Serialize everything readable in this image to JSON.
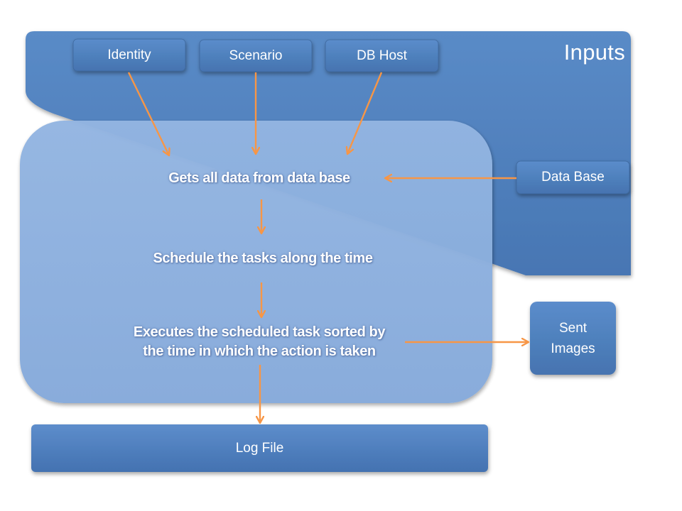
{
  "inputs": {
    "title": "Inputs",
    "identity": "Identity",
    "scenario": "Scenario",
    "db_host": "DB Host"
  },
  "data_base": "Data Base",
  "steps": {
    "get_data": "Gets all data from data base",
    "schedule": "Schedule the tasks along the time",
    "execute_line1": "Executes the scheduled task sorted by",
    "execute_line2": "the time in which the action is taken"
  },
  "outputs": {
    "sent_images_line1": "Sent",
    "sent_images_line2": "Images",
    "log_file": "Log File"
  },
  "colors": {
    "inputs_panel": "#4f81bd",
    "process_panel": "#8cb0de",
    "box_fill": "#4f81bd",
    "arrow": "#f79646",
    "text": "#ffffff"
  }
}
